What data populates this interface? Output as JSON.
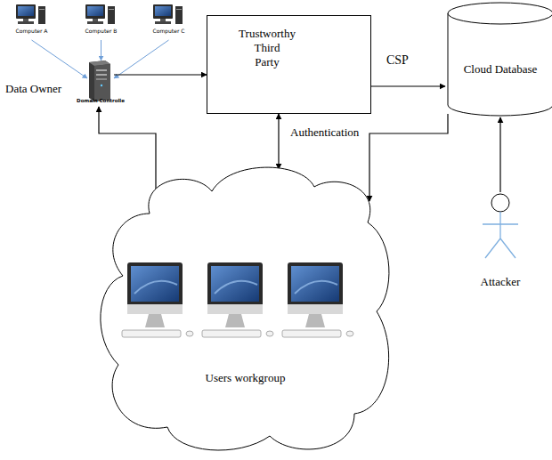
{
  "diagram": {
    "nodes": [
      {
        "text": [
          "Computer A"
        ]
      },
      {
        "text": [
          "Computer B"
        ]
      },
      {
        "text": [
          "Computer C"
        ]
      },
      {
        "text": [
          "Domain Controlle"
        ]
      },
      {
        "text": [
          "Trustworthy Third Party"
        ]
      },
      {
        "text": [
          "Cloud Database"
        ]
      },
      {
        "text": [
          "Users workgroup"
        ]
      },
      {
        "text": [
          "Attacker"
        ]
      }
    ],
    "edges": [
      {
        "from": 0,
        "to": 3,
        "arrow": "to"
      },
      {
        "from": 1,
        "to": 3,
        "arrow": "to"
      },
      {
        "from": 2,
        "to": 3,
        "arrow": "to"
      },
      {
        "from": 3,
        "to": 4,
        "arrow": "to"
      },
      {
        "from": 4,
        "to": 5,
        "label": "CSP",
        "arrow": "to"
      },
      {
        "from": 4,
        "to": 6,
        "label": "Authentication",
        "arrow": "both"
      },
      {
        "from": 6,
        "to": 3,
        "arrow": "to"
      },
      {
        "from": 5,
        "to": 6,
        "arrow": "to"
      },
      {
        "from": 7,
        "to": 5,
        "arrow": "to"
      }
    ],
    "labels": [
      "Data Owner"
    ]
  }
}
